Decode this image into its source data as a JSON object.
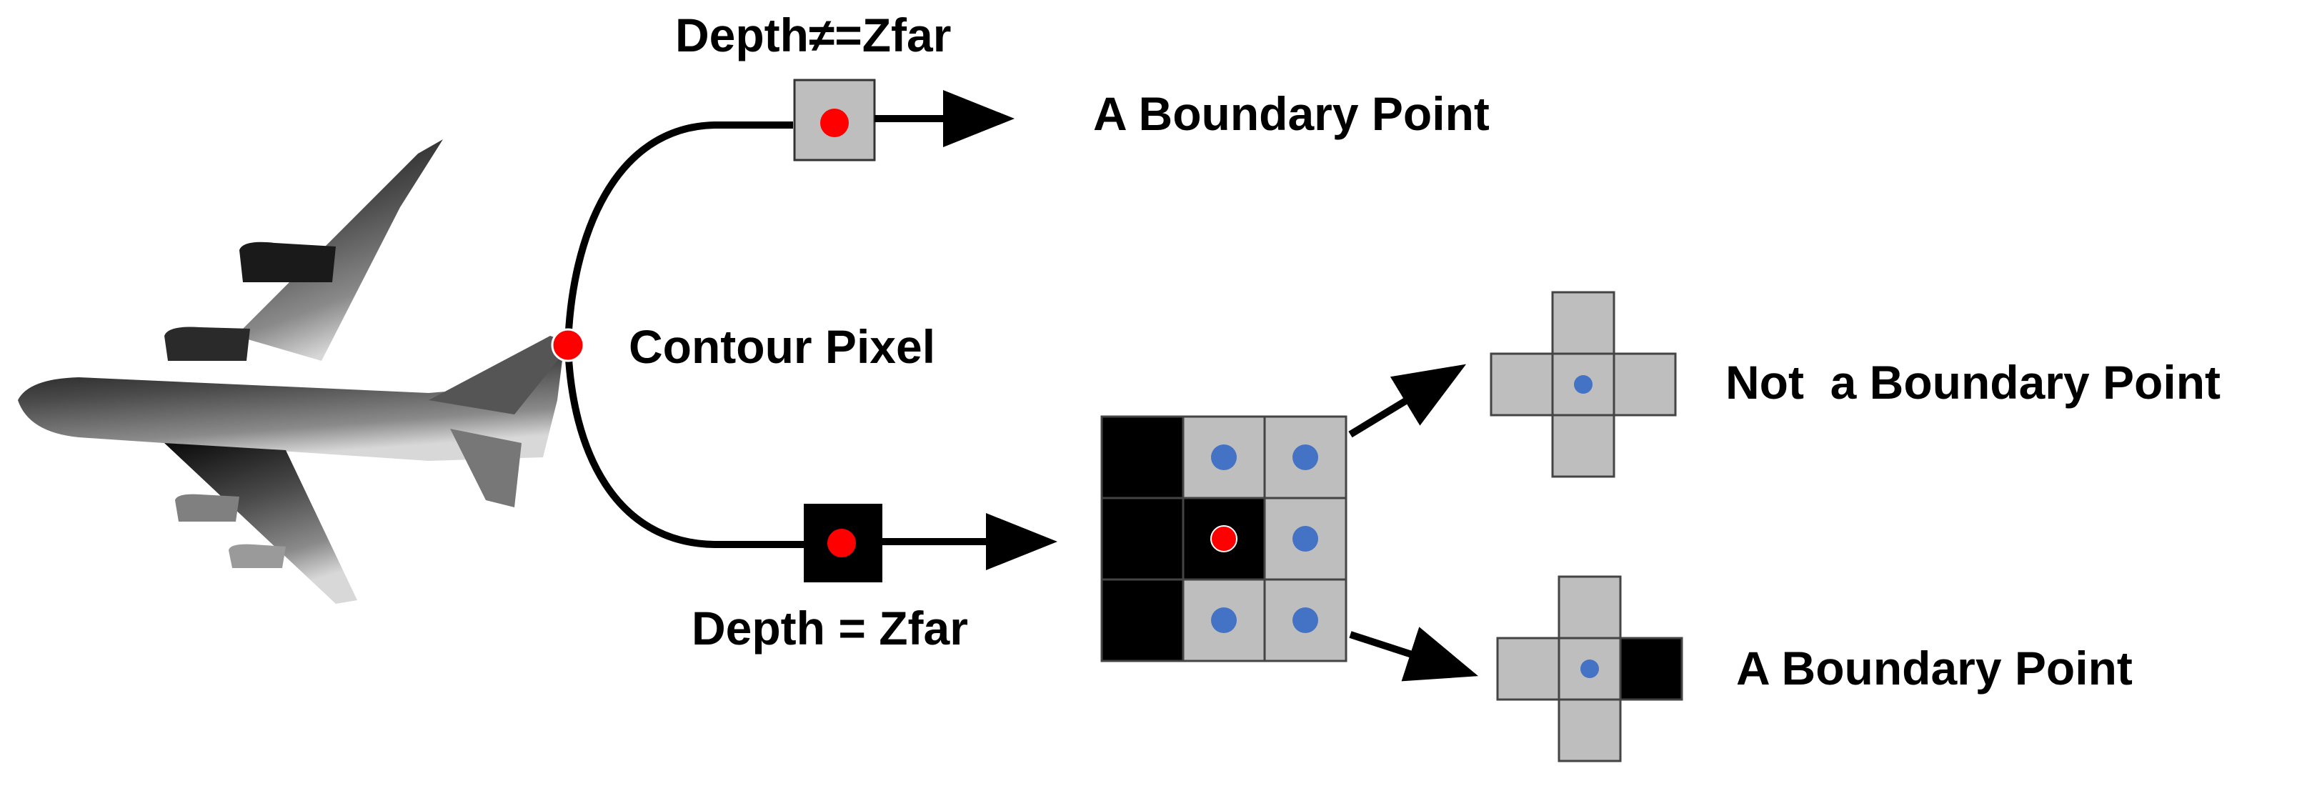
{
  "labels": {
    "depth_not_zfar": "Depth≠=Zfar",
    "boundary_top": "A Boundary Point",
    "contour_pixel": "Contour Pixel",
    "not_boundary": "Not  a Boundary Point",
    "depth_eq_zfar": "Depth = Zfar",
    "boundary_bottom": "A Boundary Point"
  },
  "colors": {
    "gray_cell": "#bebebe",
    "black_cell": "#000000",
    "red_dot": "#ff0000",
    "blue_dot": "#4472c4",
    "line": "#000000"
  },
  "grid_3x3": [
    [
      "black",
      "gray",
      "gray"
    ],
    [
      "black",
      "black",
      "gray"
    ],
    [
      "black",
      "gray",
      "gray"
    ]
  ],
  "grid_3x3_dots": [
    [
      "none",
      "blue",
      "blue"
    ],
    [
      "none",
      "red",
      "blue"
    ],
    [
      "none",
      "blue",
      "blue"
    ]
  ],
  "cross_top": {
    "top": "gray",
    "left": "gray",
    "center": "gray",
    "right": "gray",
    "bottom": "gray"
  },
  "cross_bottom": {
    "top": "gray",
    "left": "gray",
    "center": "gray",
    "right": "black",
    "bottom": "gray"
  }
}
